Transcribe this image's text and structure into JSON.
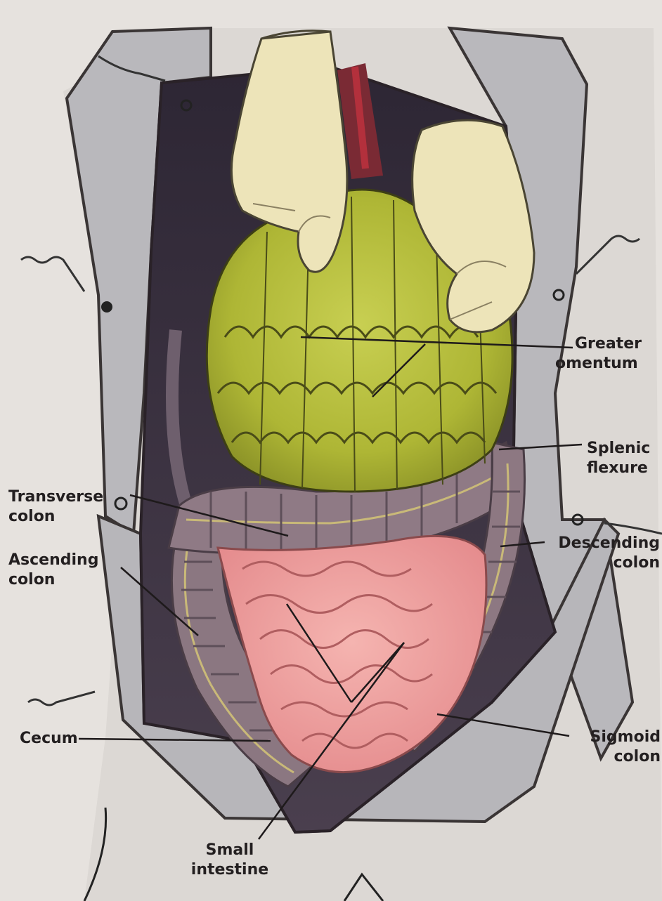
{
  "labels": {
    "greater_omentum": {
      "line1": "Greater",
      "line2": "omentum"
    },
    "splenic_flexure": {
      "line1": "Splenic",
      "line2": "flexure"
    },
    "transverse_colon": {
      "line1": "Transverse",
      "line2": "colon"
    },
    "descending_colon": {
      "line1": "Descending",
      "line2": "colon"
    },
    "ascending_colon": {
      "line1": "Ascending",
      "line2": "colon"
    },
    "cecum": {
      "line1": "Cecum"
    },
    "sigmoid_colon": {
      "line1": "Sigmoid",
      "line2": "colon"
    },
    "small_intestine": {
      "line1": "Small",
      "line2": "intestine"
    }
  },
  "colors": {
    "background": "#e6e2de",
    "skin_flap": "#b7b6b9",
    "glove": "#ece3b8",
    "omentum": "#b7bf3a",
    "colon": "#8a7680",
    "small_intestine": "#ec9a9a",
    "cavity": "#3a3240",
    "label_text": "#231f20"
  }
}
